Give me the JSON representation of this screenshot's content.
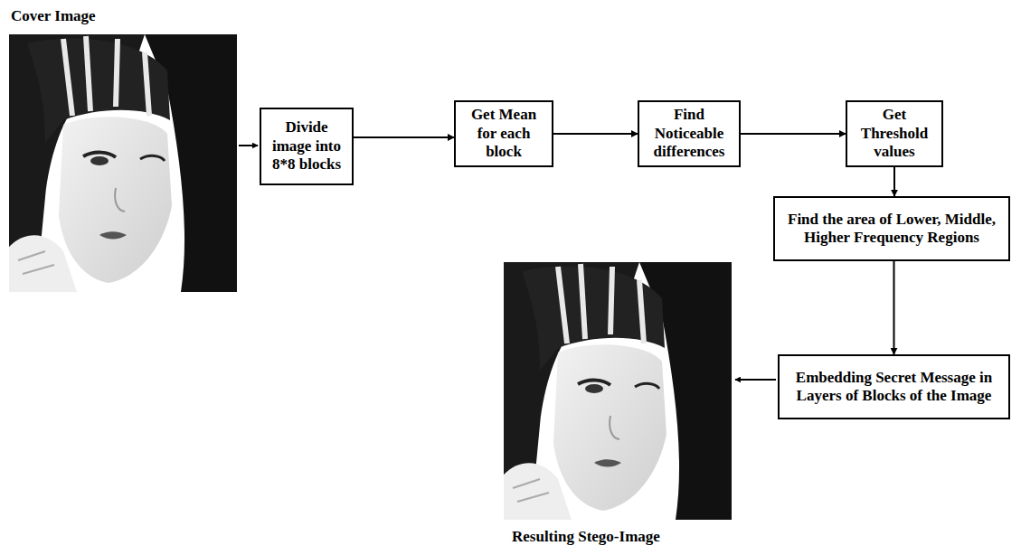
{
  "diagram": {
    "nodes": [
      {
        "text": [
          "Divide image into 8*8 blocks"
        ]
      },
      {
        "text": [
          "Get Mean for each block"
        ]
      },
      {
        "text": [
          "Find Noticeable differences"
        ]
      },
      {
        "text": [
          "Get Threshold values"
        ]
      },
      {
        "text": [
          "Find the area of Lower, Middle, Higher Frequency Regions"
        ]
      },
      {
        "text": [
          "Embedding Secret Message in Layers of Blocks of the Image"
        ]
      }
    ],
    "edges": [
      {
        "from": 0,
        "to": 1,
        "arrow": "to"
      },
      {
        "from": 1,
        "to": 2,
        "arrow": "to"
      },
      {
        "from": 2,
        "to": 3,
        "arrow": "to"
      },
      {
        "from": 3,
        "to": 4,
        "arrow": "to"
      },
      {
        "from": 4,
        "to": 5,
        "arrow": "to"
      }
    ],
    "labels": [
      "Cover Image",
      "Resulting Stego-Image"
    ]
  }
}
